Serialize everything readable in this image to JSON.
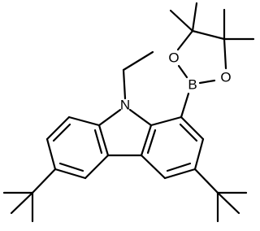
{
  "molecule": {
    "atom_labels": {
      "nitrogen": "N",
      "boron": "B",
      "oxygen_upper": "O",
      "oxygen_lower": "O"
    },
    "colors": {
      "bond": "#000000",
      "label": "#000000",
      "background": "#ffffff"
    }
  }
}
